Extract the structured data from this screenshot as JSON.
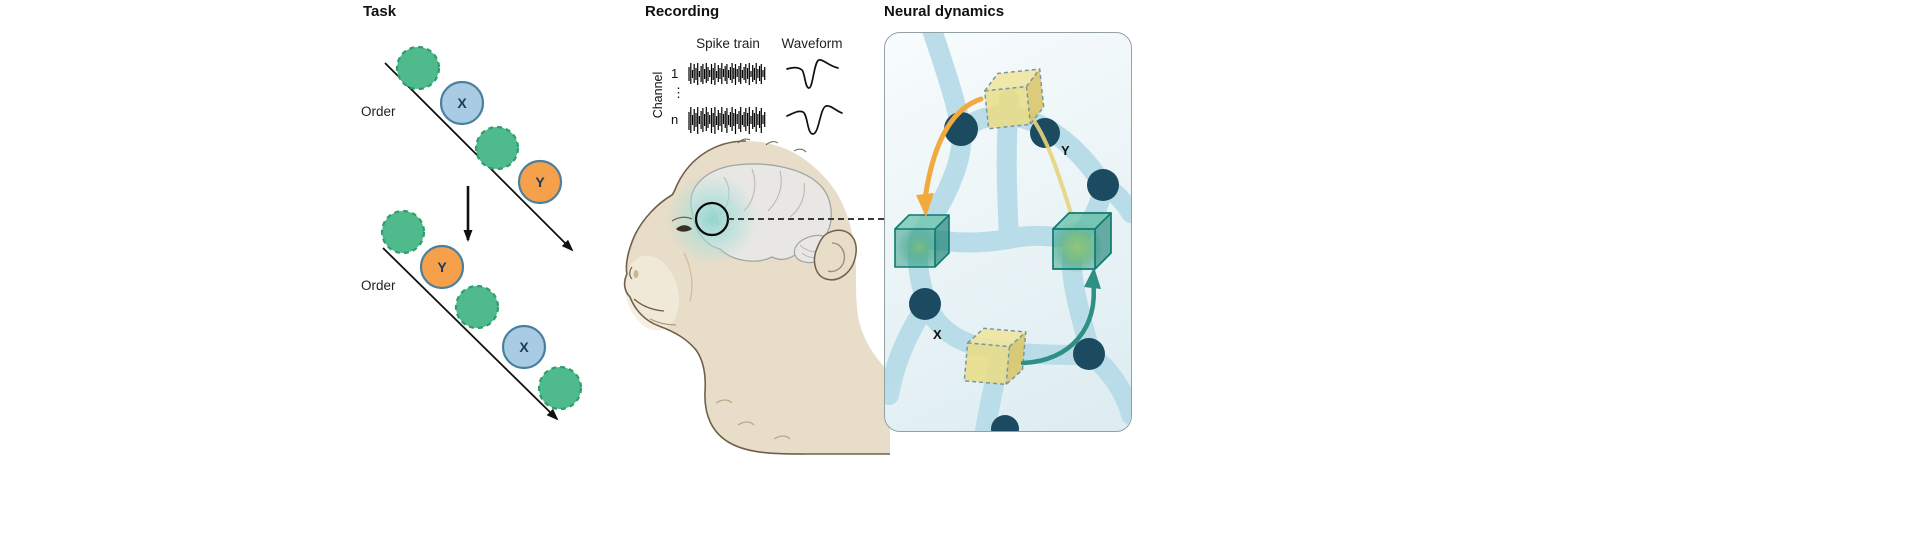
{
  "figure": {
    "task": {
      "title": "Task",
      "order1": "Order",
      "order2": "Order",
      "x": "X",
      "y": "Y"
    },
    "recording": {
      "title": "Recording",
      "spike_train_label": "Spike train",
      "waveform_label": "Waveform",
      "channel_label": "Channel",
      "channel_first": "1",
      "channel_dots": "⋮",
      "channel_last": "n"
    },
    "neural": {
      "title": "Neural dynamics",
      "state_y": "Y",
      "state_x": "X"
    },
    "colors": {
      "green_circle": "#4fba8c",
      "green_circle_stroke": "#2f9e6e",
      "x_circle_fill": "#a9cce4",
      "xy_circle_stroke": "#49809e",
      "y_circle_fill": "#f6a04b",
      "letter_color": "#1b3a5a",
      "ribbon": "#b7dce8",
      "network_node": "#1c4a60",
      "orange_arrow": "#f2a93e",
      "teal_arrow": "#2e8f84",
      "yellow_cube": "#eadd85",
      "green_cube": "#37a18e",
      "monkey_skin": "#e8ddc8",
      "brain_fill": "#e9e7e3",
      "highlight_glow": "#8fd4cf"
    }
  }
}
